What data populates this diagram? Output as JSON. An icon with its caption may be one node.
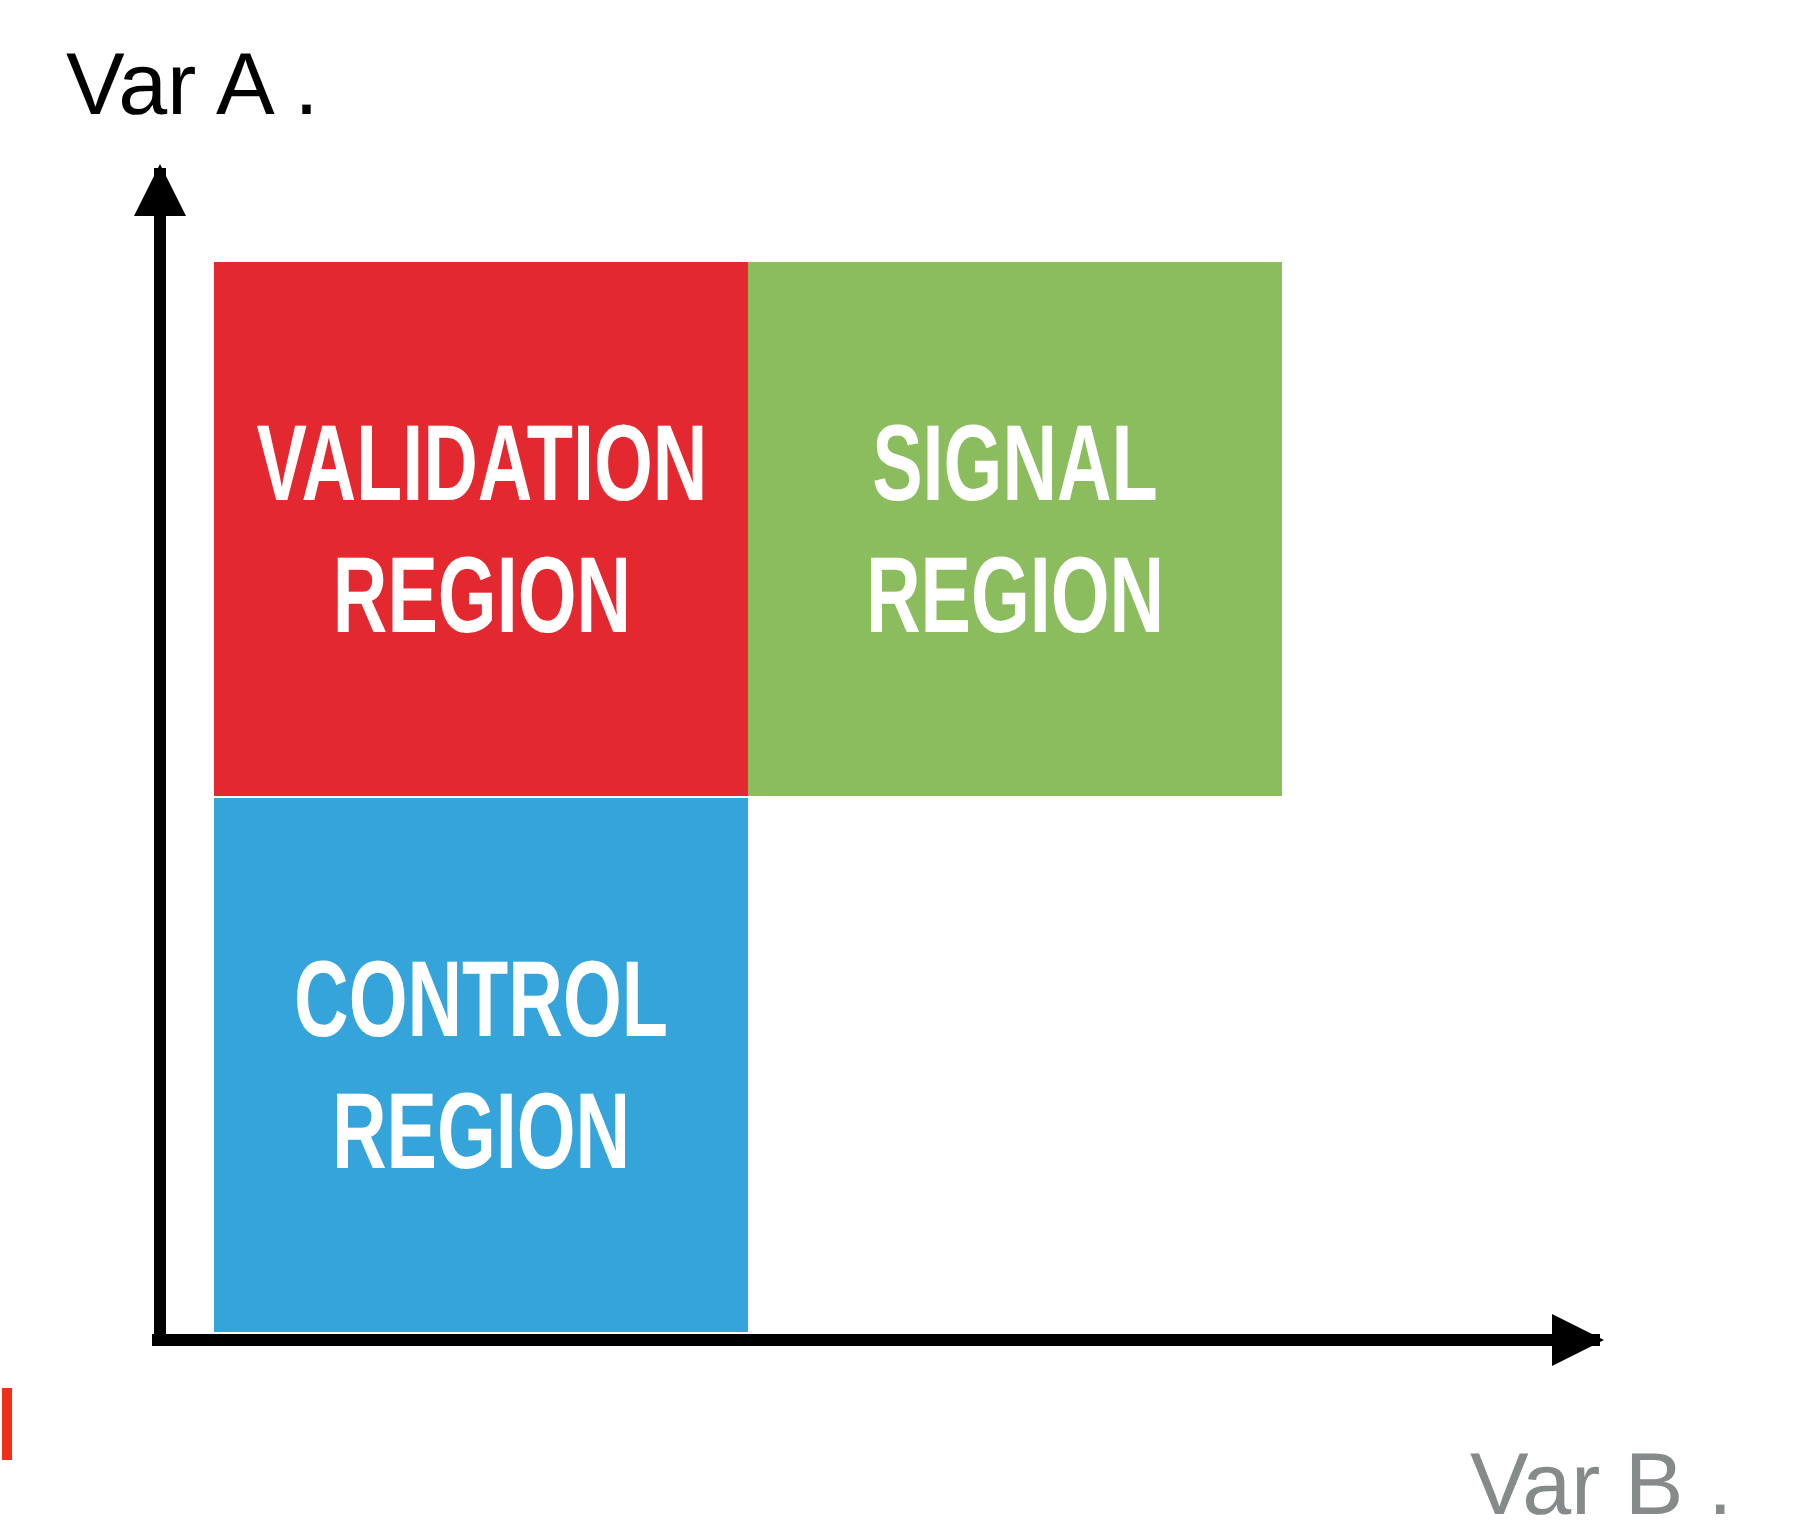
{
  "diagram": {
    "nodes": [
      {
        "text": [
          "VALIDATION REGION"
        ]
      },
      {
        "text": [
          "SIGNAL REGION"
        ]
      },
      {
        "text": [
          "CONTROL REGION"
        ]
      }
    ],
    "labels": [
      "Var A .",
      "Var B ."
    ]
  }
}
